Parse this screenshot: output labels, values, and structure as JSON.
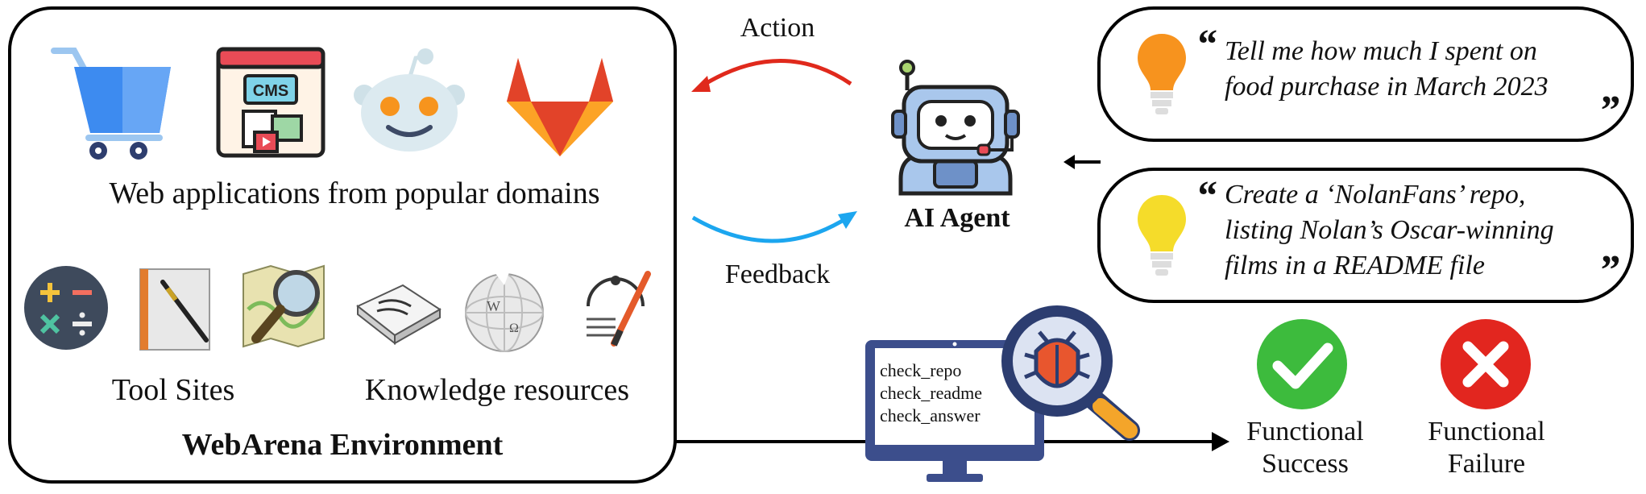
{
  "environment": {
    "title": "WebArena Environment",
    "web_apps_label": "Web applications from popular domains",
    "tool_sites_label": "Tool Sites",
    "knowledge_label": "Knowledge resources"
  },
  "icons": {
    "web_apps": [
      "shopping-cart-icon",
      "cms-icon",
      "reddit-icon",
      "gitlab-icon"
    ],
    "tools": [
      "calculator-icon",
      "notebook-pen-icon",
      "map-magnifier-icon"
    ],
    "knowledge": [
      "book-icon",
      "wikipedia-icon",
      "compass-pen-icon"
    ]
  },
  "flow": {
    "action_label": "Action",
    "feedback_label": "Feedback",
    "agent_label": "AI Agent"
  },
  "tasks": [
    {
      "text": "Tell me how much I spent on\nfood purchase in March 2023",
      "bulb_color": "#F7931E"
    },
    {
      "text": "Create a ‘NolanFans’ repo,\nlisting Nolan’s Oscar-winning\nfilms in a README file",
      "bulb_color": "#F5DC2A"
    }
  ],
  "evaluation": {
    "checks": [
      "check_repo",
      "check_readme",
      "check_answer"
    ],
    "success_label": "Functional\nSuccess",
    "failure_label": "Functional\nFailure"
  },
  "colors": {
    "action_arrow": "#E0291C",
    "feedback_arrow": "#1CA6EF",
    "success": "#3DBB3D",
    "failure": "#E2261F",
    "monitor": "#3C4E8C"
  }
}
